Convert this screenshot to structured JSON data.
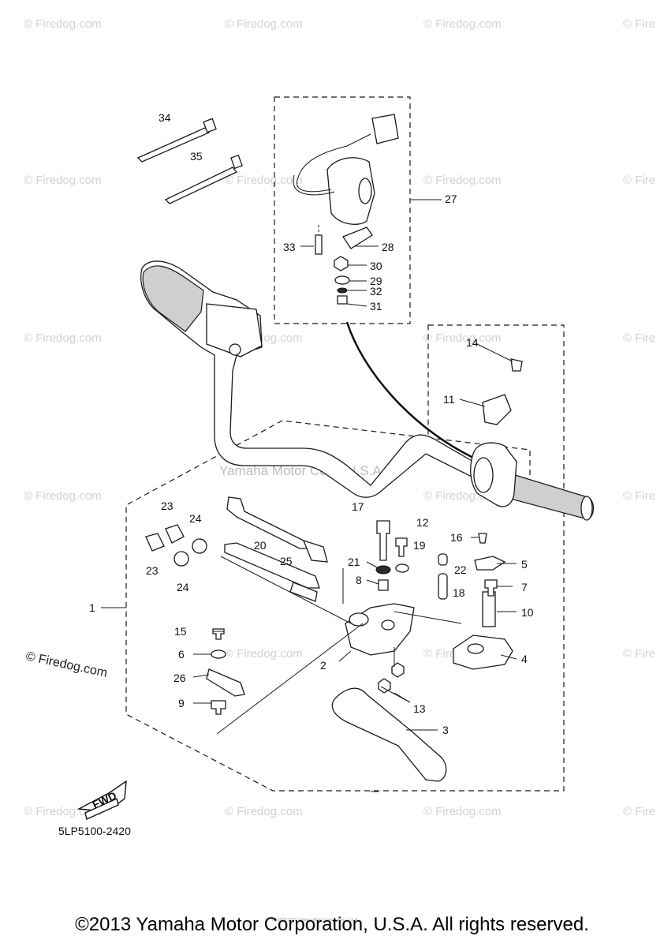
{
  "watermark": {
    "site": "© Firedog.com",
    "site_edge": "© Fire"
  },
  "center_watermark": "Yamaha Motor Corp. U.S.A.",
  "side_watermark": "© Firedog.com",
  "drawing_code": "5LP5100-2420",
  "fwd_label": "FWD",
  "tiny_copyright": "(c) 2005-2015 Yamaha Motor Corporation, U.S.A.",
  "copyright": "©2013 Yamaha Motor Corporation, U.S.A. All rights reserved.",
  "callouts": {
    "c1": "1",
    "c2": "2",
    "c3": "3",
    "c4": "4",
    "c5": "5",
    "c6": "6",
    "c7": "7",
    "c8": "8",
    "c9": "9",
    "c10": "10",
    "c11": "11",
    "c12": "12",
    "c13": "13",
    "c14": "14",
    "c15": "15",
    "c16": "16",
    "c17": "17",
    "c18": "18",
    "c19": "19",
    "c20": "20",
    "c21": "21",
    "c22": "22",
    "c23a": "23",
    "c23b": "23",
    "c24a": "24",
    "c24b": "24",
    "c25": "25",
    "c26": "26",
    "c27": "27",
    "c28": "28",
    "c29": "29",
    "c30": "30",
    "c31": "31",
    "c32": "32",
    "c33": "33",
    "c34": "34",
    "c35": "35"
  }
}
